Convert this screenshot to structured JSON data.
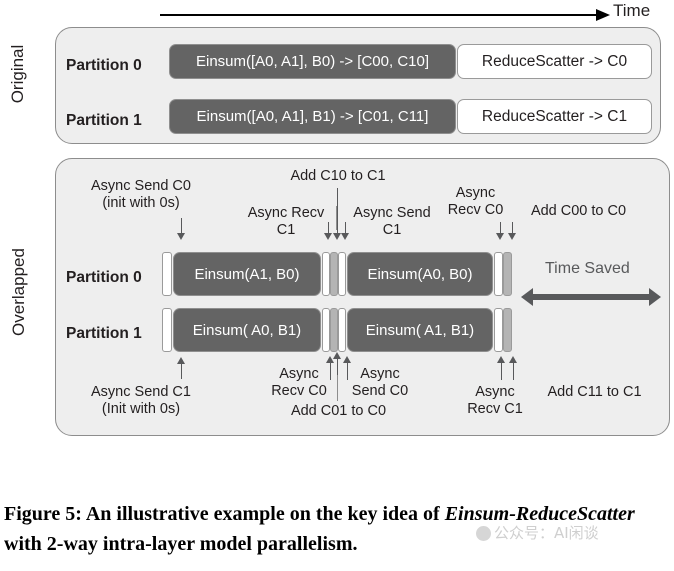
{
  "axis": {
    "time_label": "Time"
  },
  "sections": {
    "original": {
      "side_label": "Original",
      "rows": [
        {
          "label": "Partition 0",
          "compute": "Einsum([A0, A1], B0) -> [C00, C10]",
          "collective": "ReduceScatter -> C0"
        },
        {
          "label": "Partition 1",
          "compute": "Einsum([A0, A1], B1) -> [C01, C11]",
          "collective": "ReduceScatter -> C1"
        }
      ]
    },
    "overlapped": {
      "side_label": "Overlapped",
      "rows": [
        {
          "label": "Partition 0",
          "blocks": [
            "Einsum(A1, B0)",
            "Einsum(A0, B0)"
          ]
        },
        {
          "label": "Partition 1",
          "blocks": [
            "Einsum( A0, B1)",
            "Einsum( A1, B1)"
          ]
        }
      ],
      "annotations_top": [
        {
          "name": "async-send-c0",
          "text": "Async Send C0\n(init with 0s)"
        },
        {
          "name": "add-c10-to-c1",
          "text": "Add C10 to C1"
        },
        {
          "name": "async-recv-c1",
          "text": "Async Recv\nC1"
        },
        {
          "name": "async-send-c1",
          "text": "Async Send\nC1"
        },
        {
          "name": "async-recv-c0",
          "text": "Async\nRecv C0"
        },
        {
          "name": "add-c00-to-c0",
          "text": "Add C00 to C0"
        }
      ],
      "annotations_bottom": [
        {
          "name": "async-send-c1-init",
          "text": "Async Send C1\n(Init with 0s)"
        },
        {
          "name": "async-recv-c0",
          "text": "Async\nRecv C0"
        },
        {
          "name": "async-send-c0",
          "text": "Async\nSend C0"
        },
        {
          "name": "add-c01-to-c0",
          "text": "Add C01 to C0"
        },
        {
          "name": "async-recv-c1",
          "text": "Async\nRecv C1"
        },
        {
          "name": "add-c11-to-c1",
          "text": "Add C11 to C1"
        }
      ],
      "time_saved_label": "Time Saved"
    }
  },
  "caption": {
    "prefix": "Figure 5: An illustrative example on the key idea of ",
    "emph1": "Einsum-ReduceScatter",
    "suffix": " with 2-way intra-layer model parallelism."
  },
  "watermark": "公众号：AI闲谈",
  "colors": {
    "panel_bg": "#eeeeee",
    "panel_border": "#8d8d8d",
    "bar_dark": "#646464",
    "bar_white": "#ffffff",
    "slab_gray": "#b4b4b4",
    "arrow_gray": "#58595b",
    "text": "#231f20"
  }
}
